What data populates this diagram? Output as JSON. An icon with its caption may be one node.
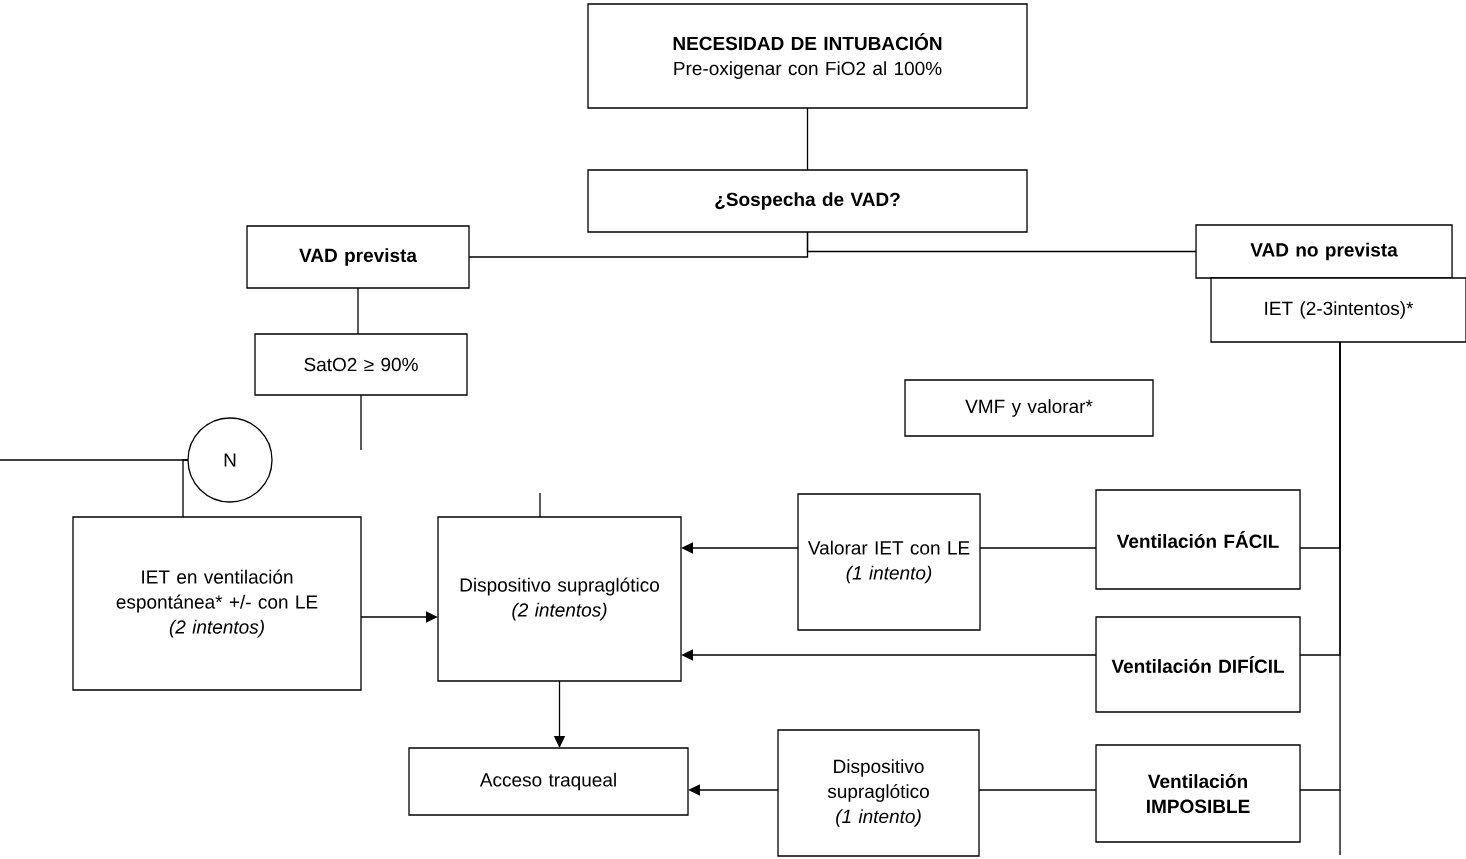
{
  "diagram": {
    "nodes": [
      {
        "text": [
          "NECESIDAD DE INTUBACIÓN",
          "Pre-oxigenar con FiO2 al 100%"
        ]
      },
      {
        "text": [
          "¿Sospecha de VAD?"
        ]
      },
      {
        "text": [
          "VAD prevista"
        ]
      },
      {
        "text": [
          "VAD no prevista"
        ]
      },
      {
        "text": [
          "IET (2-3intentos)*"
        ]
      },
      {
        "text": [
          "SatO2 ≥ 90%"
        ]
      },
      {
        "text": [
          "N"
        ]
      },
      {
        "text": [
          "VMF y valorar*"
        ]
      },
      {
        "text": [
          "IET en ventilación espontánea* +/- con LE",
          "(2 intentos)"
        ]
      },
      {
        "text": [
          "Dispositivo supraglótico",
          "(2 intentos)"
        ]
      },
      {
        "text": [
          "Valorar IET con LE",
          "(1 intento)"
        ]
      },
      {
        "text": [
          "Ventilación FÁCIL"
        ]
      },
      {
        "text": [
          "Ventilación DIFÍCIL"
        ]
      },
      {
        "text": [
          "Acceso traqueal"
        ]
      },
      {
        "text": [
          "Dispositivo supraglótico",
          "(1 intento)"
        ]
      },
      {
        "text": [
          "Ventilación IMPOSIBLE"
        ]
      }
    ],
    "edges": [
      {
        "from": 0,
        "to": 1,
        "arrow": "none"
      },
      {
        "from": 1,
        "to": 2,
        "arrow": "none"
      },
      {
        "from": 1,
        "to": 3,
        "arrow": "none"
      },
      {
        "from": 2,
        "to": 5,
        "arrow": "none"
      },
      {
        "from": 5,
        "to": null,
        "arrow": "none"
      },
      {
        "from": null,
        "to": 6,
        "arrow": "none"
      },
      {
        "from": 6,
        "to": 8,
        "arrow": "none"
      },
      {
        "from": null,
        "to": 9,
        "arrow": "none"
      },
      {
        "from": 8,
        "to": 9,
        "arrow": "to"
      },
      {
        "from": 10,
        "to": 9,
        "arrow": "to"
      },
      {
        "from": 11,
        "to": 10,
        "arrow": "none"
      },
      {
        "from": 12,
        "to": 9,
        "arrow": "to"
      },
      {
        "from": 9,
        "to": 13,
        "arrow": "to"
      },
      {
        "from": 14,
        "to": 13,
        "arrow": "to"
      },
      {
        "from": 15,
        "to": 14,
        "arrow": "none"
      },
      {
        "from": 4,
        "to": 11,
        "arrow": "none"
      },
      {
        "from": 4,
        "to": 12,
        "arrow": "none"
      },
      {
        "from": 4,
        "to": 15,
        "arrow": "none"
      }
    ]
  }
}
